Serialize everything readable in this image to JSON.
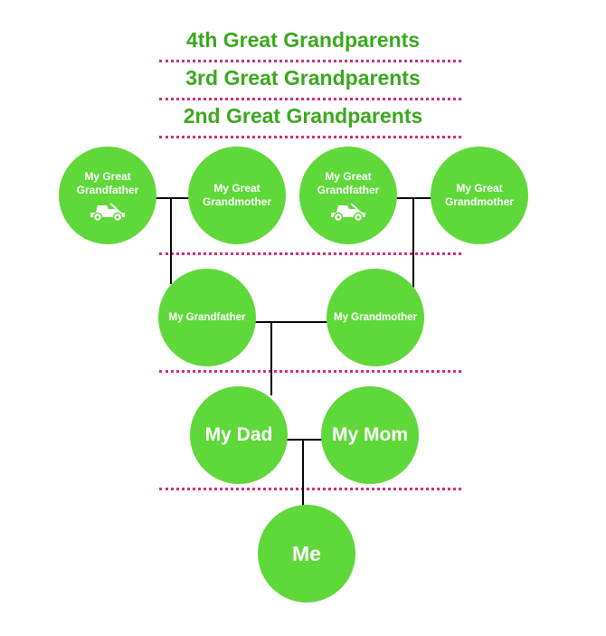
{
  "generation_labels": {
    "gen4": "4th Great Grandparents",
    "gen3": "3rd Great Grandparents",
    "gen2": "2nd Great Grandparents"
  },
  "great_grandparents": [
    {
      "line1": "My Great",
      "line2": "Grandfather",
      "icon": "jeep-icon"
    },
    {
      "line1": "My Great",
      "line2": "Grandmother"
    },
    {
      "line1": "My Great",
      "line2": "Grandfather",
      "icon": "jeep-icon"
    },
    {
      "line1": "My Great",
      "line2": "Grandmother"
    }
  ],
  "grandparents": {
    "grandfather": "My Grandfather",
    "grandmother": "My Grandmother"
  },
  "parents": {
    "dad": "My Dad",
    "mom": "My Mom"
  },
  "self": "Me",
  "colors": {
    "node_fill": "#5fd83a",
    "label_green": "#3aa81e",
    "divider_pink": "#cf2e73",
    "connector": "#000000"
  }
}
